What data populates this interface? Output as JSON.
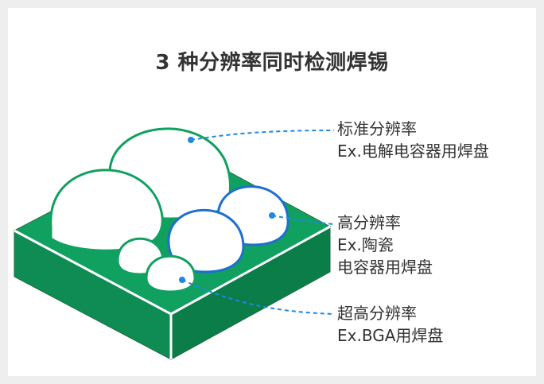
{
  "title": "3 种分辨率同时检测焊锡",
  "colors": {
    "board_top": "#10a060",
    "board_side": "#0e8c53",
    "outline": "#1d6e42",
    "standard_dome_stroke": "#10a060",
    "high_dome_stroke": "#1e6fd0",
    "leader_line": "#1e88e5",
    "text": "#333333"
  },
  "labels": {
    "standard": {
      "name": "标准分辨率",
      "example": "Ex.电解电容器用焊盘"
    },
    "high": {
      "name": "高分辨率",
      "example_line1": "Ex.陶瓷",
      "example_line2": "电容器用焊盘"
    },
    "ultra": {
      "name": "超高分辨率",
      "example": "Ex.BGA用焊盘"
    }
  }
}
